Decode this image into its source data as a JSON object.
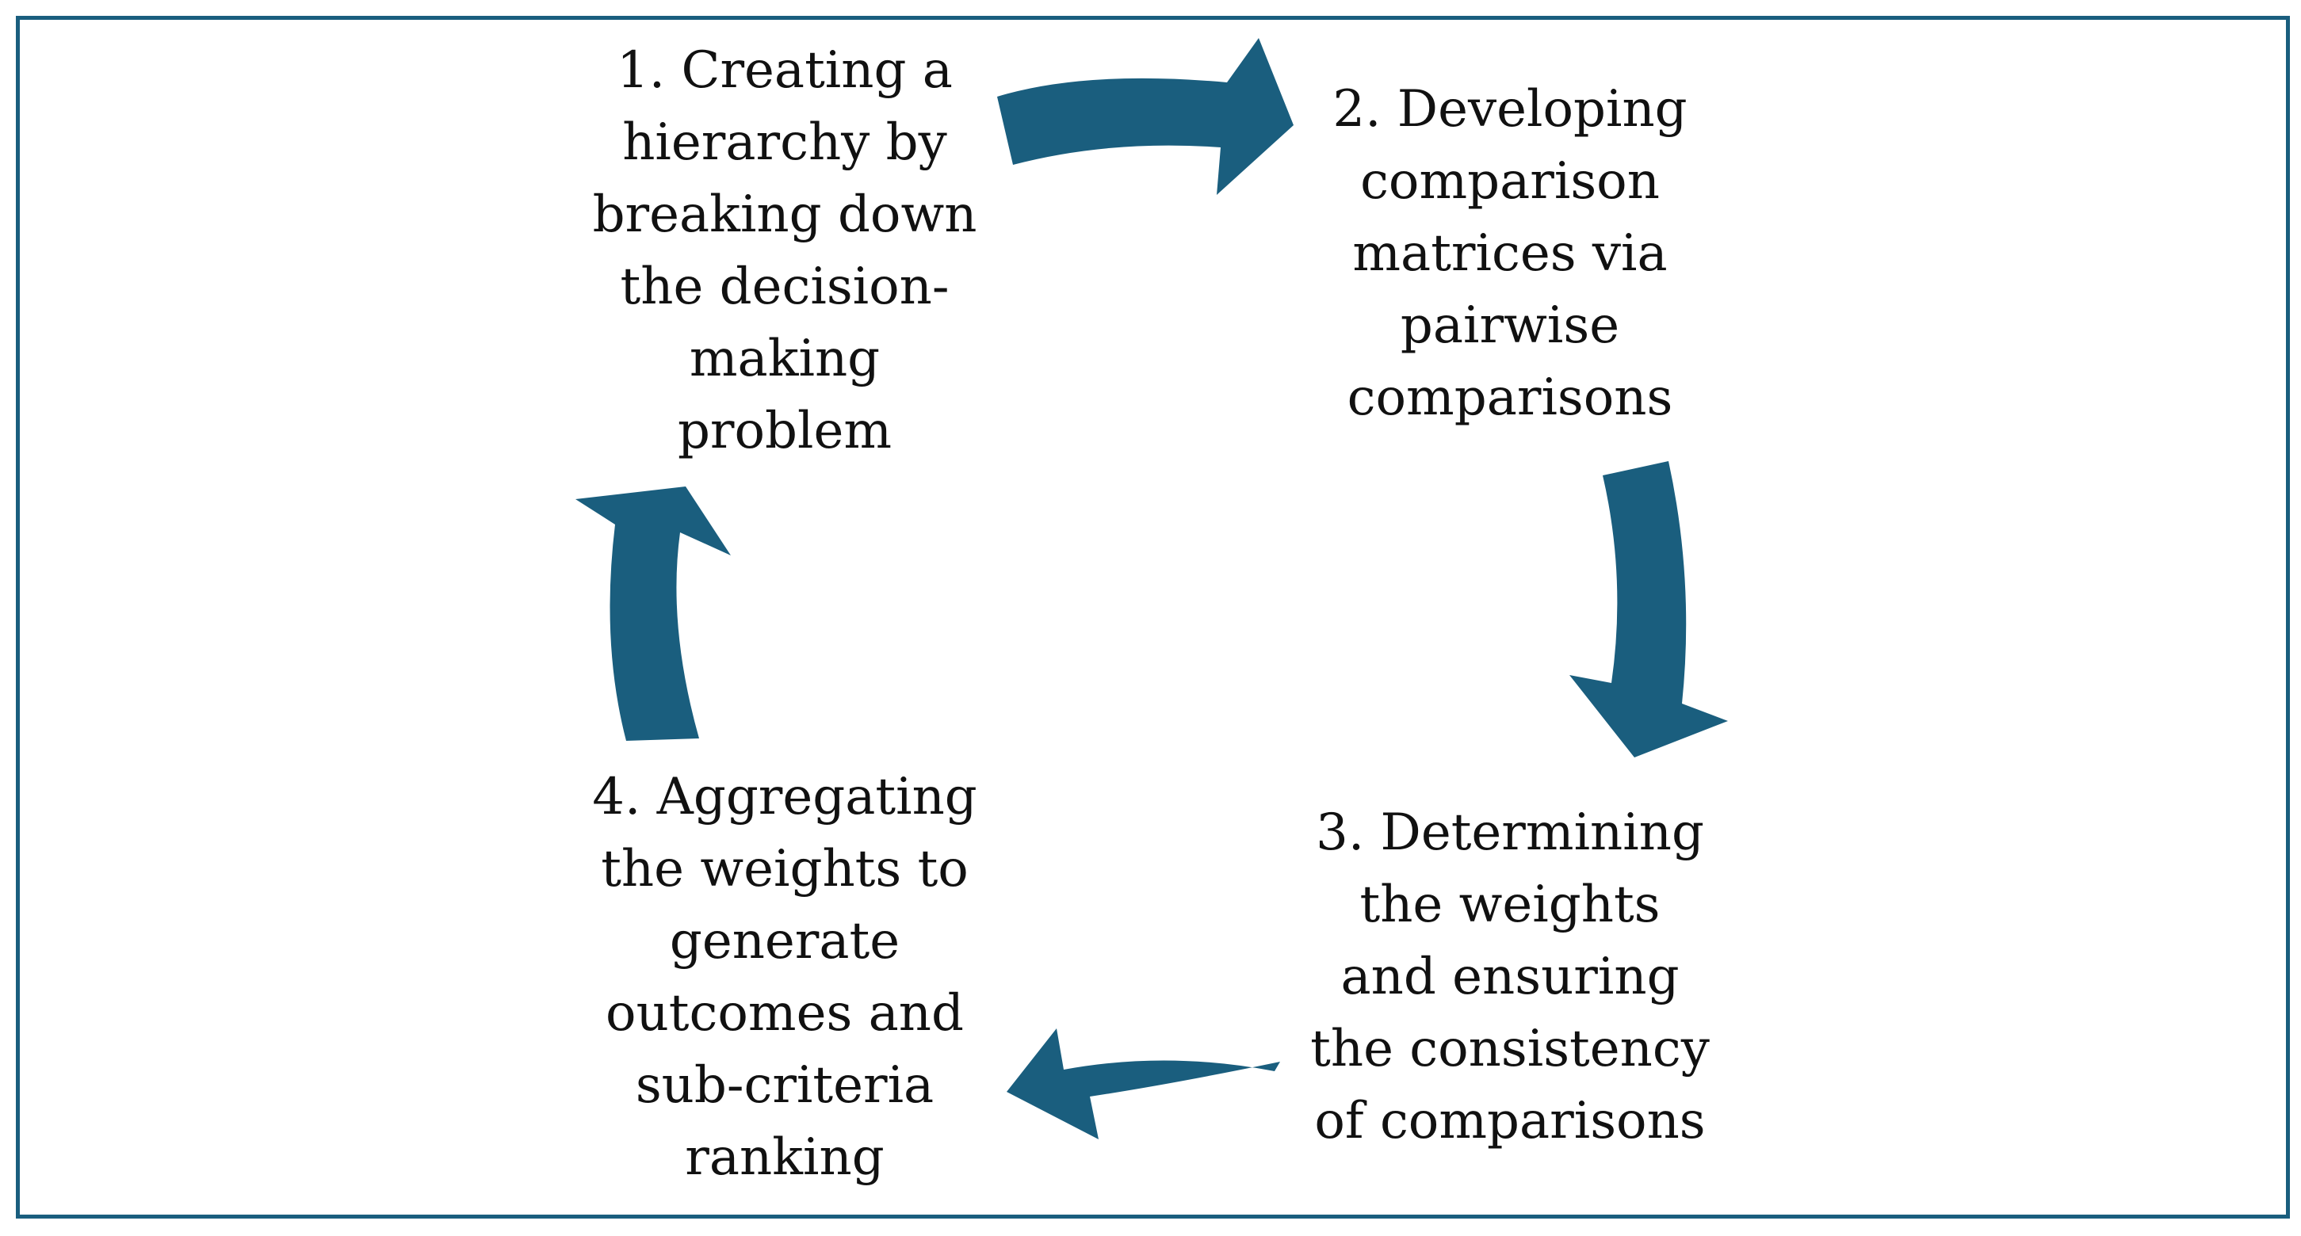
{
  "colors": {
    "border": "#1a5e7e",
    "arrow": "#1a5e7e",
    "text": "#111111",
    "background": "#ffffff"
  },
  "steps": [
    {
      "lines": [
        "1. Creating a",
        "hierarchy by",
        "breaking down",
        "the decision-",
        "making",
        "problem"
      ]
    },
    {
      "lines": [
        "2. Developing",
        "comparison",
        "matrices via",
        "pairwise",
        "comparisons"
      ]
    },
    {
      "lines": [
        "3. Determining",
        "the weights",
        "and ensuring",
        "the consistency",
        "of comparisons"
      ]
    },
    {
      "lines": [
        "4. Aggregating",
        "the weights to",
        "generate",
        "outcomes and",
        "sub-criteria",
        "ranking"
      ]
    }
  ],
  "arrows": [
    {
      "from": "step-1",
      "to": "step-2",
      "direction": "right"
    },
    {
      "from": "step-2",
      "to": "step-3",
      "direction": "down"
    },
    {
      "from": "step-3",
      "to": "step-4",
      "direction": "left"
    },
    {
      "from": "step-4",
      "to": "step-1",
      "direction": "up"
    }
  ]
}
